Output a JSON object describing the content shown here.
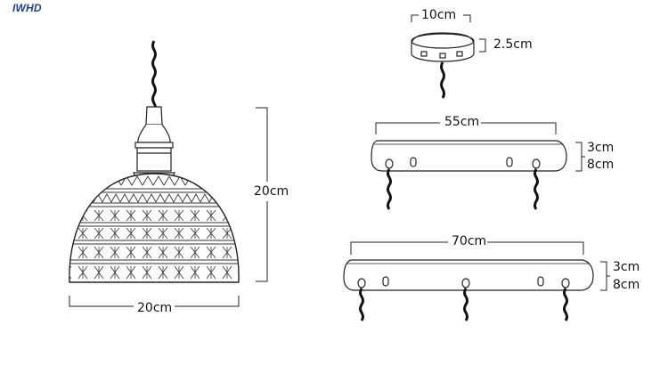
{
  "brand": {
    "logo_text": "IWHD"
  },
  "pendant_lamp": {
    "height_label": "20cm",
    "width_label": "20cm"
  },
  "round_canopy": {
    "diameter_label": "10cm",
    "height_label": "2.5cm"
  },
  "bar_canopy_55": {
    "length_label": "55cm",
    "height_label": "3cm",
    "width_label": "8cm"
  },
  "bar_canopy_70": {
    "length_label": "70cm",
    "height_label": "3cm",
    "width_label": "8cm"
  }
}
